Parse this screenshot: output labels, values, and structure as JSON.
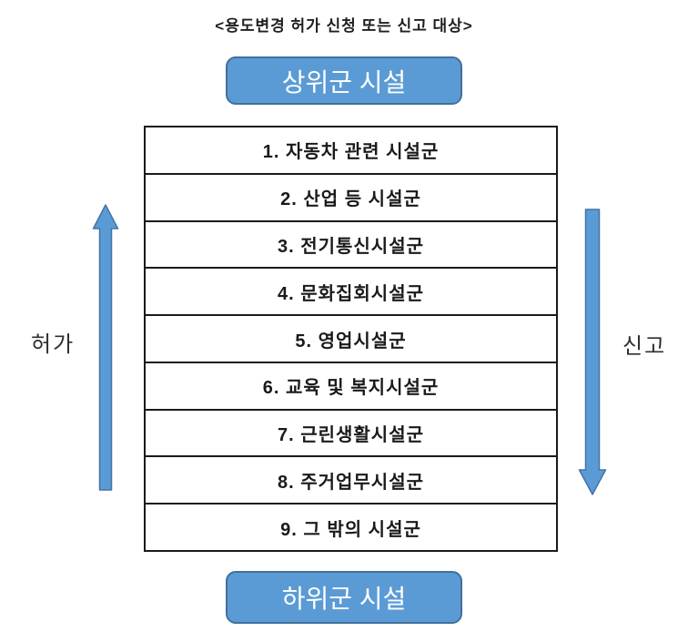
{
  "title": "<용도변경 허가 신청 또는 신고 대상>",
  "top_box": {
    "label": "상위군 시설"
  },
  "bottom_box": {
    "label": "하위군 시설"
  },
  "left_arrow": {
    "label": "허가",
    "direction": "up"
  },
  "right_arrow": {
    "label": "신고",
    "direction": "down"
  },
  "facility_groups": [
    "1. 자동차 관련 시설군",
    "2. 산업 등 시설군",
    "3. 전기통신시설군",
    "4. 문화집회시설군",
    "5. 영업시설군",
    "6. 교육 및 복지시설군",
    "7. 근린생활시설군",
    "8. 주거업무시설군",
    "9. 그 밖의 시설군"
  ],
  "colors": {
    "accent_blue": "#5b9bd5",
    "accent_blue_border": "#41719c",
    "table_border": "#1a1a1a",
    "text": "#1a1a1a"
  }
}
